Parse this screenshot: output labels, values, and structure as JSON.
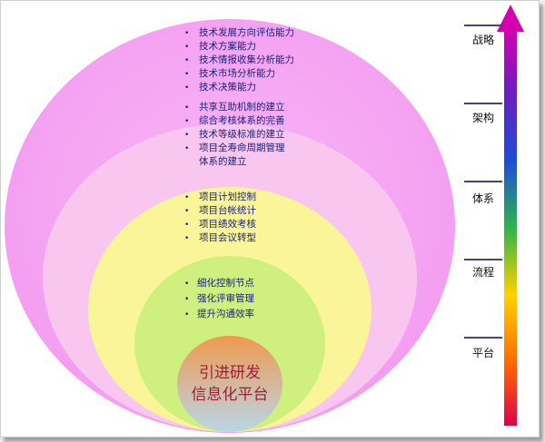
{
  "ring_colors": {
    "ring1": "#f49df1",
    "ring2": "#f8c6ef",
    "ring3": "#fbf59a",
    "ring4": "#cfef7f",
    "core_top": "#ef9a4f",
    "core_bottom": "#b9d6e6"
  },
  "core": {
    "line1": "引进研发",
    "line2": "信息化平台"
  },
  "ring1_items": [
    "技术发展方向评估能力",
    "技术方案能力",
    "技术情报收集分析能力",
    "技术市场分析能力",
    "技术决策能力"
  ],
  "ring2_items": [
    "共享互助机制的建立",
    "综合考核体系的完善",
    "技术等级标准的建立",
    "项目全寿命周期管理"
  ],
  "ring2_item4_cont": "体系的建立",
  "ring3_items": [
    "项目计划控制",
    "项目台帐统计",
    "项目绩效考核",
    "项目会议转型"
  ],
  "ring4_items": [
    "细化控制节点",
    "强化评审管理",
    "提升沟通效率"
  ],
  "levels": [
    "战略",
    "架构",
    "体系",
    "流程",
    "平台"
  ],
  "bullet_char": "•"
}
